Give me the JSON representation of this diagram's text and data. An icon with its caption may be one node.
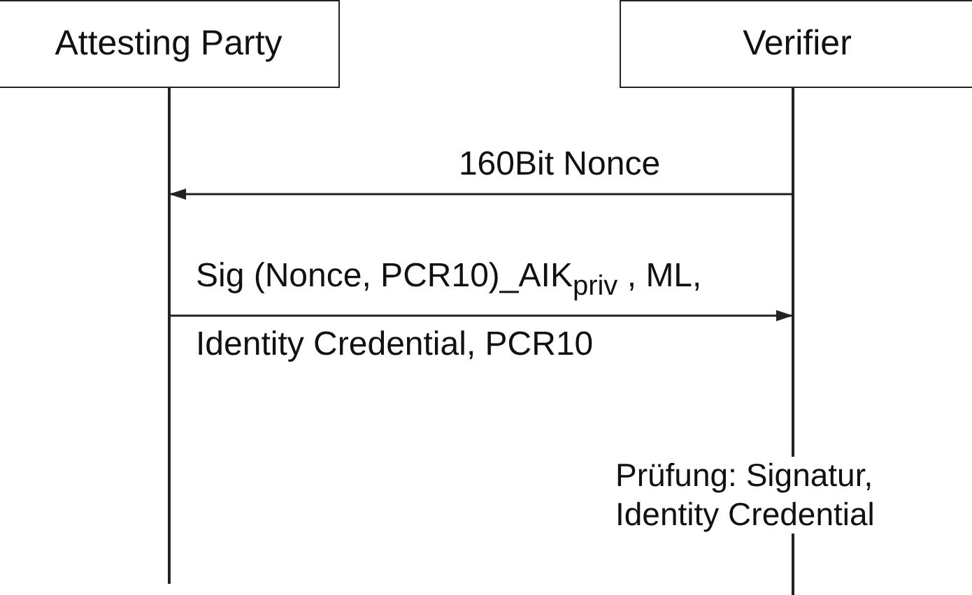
{
  "diagram": {
    "nodes": [
      {
        "text": [
          "Attesting Party"
        ]
      },
      {
        "text": [
          "Verifier"
        ]
      },
      {
        "text": [],
        "shape": "bar"
      },
      {
        "text": [],
        "shape": "bar"
      }
    ],
    "edges": [
      {
        "from": 3,
        "to": 2,
        "arrow": "to",
        "label": "160Bit Nonce"
      },
      {
        "from": 2,
        "to": 3,
        "arrow": "to",
        "label": "Sig (Nonce, PCR10)_AIK$_{priv}$ , ML, Identity Credential, PCR10"
      }
    ],
    "labels": [
      "Prüfung: Signatur, Identity Credential"
    ]
  }
}
